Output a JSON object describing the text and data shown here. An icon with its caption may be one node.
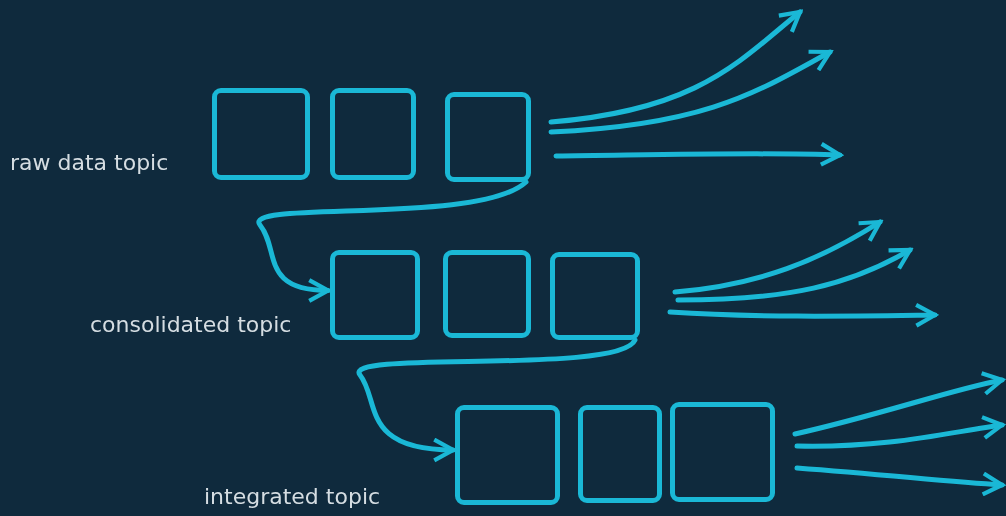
{
  "diagram": {
    "nodes": [
      {
        "text": [],
        "shape": "box",
        "beside": [
          "raw data topic"
        ]
      },
      {
        "text": [],
        "shape": "box"
      },
      {
        "text": [],
        "shape": "box"
      },
      {
        "text": [],
        "shape": "box",
        "beside": [
          "consolidated topic"
        ]
      },
      {
        "text": [],
        "shape": "box"
      },
      {
        "text": [],
        "shape": "box"
      },
      {
        "text": [],
        "shape": "box",
        "beside": [
          "integrated topic"
        ]
      },
      {
        "text": [],
        "shape": "box"
      },
      {
        "text": [],
        "shape": "box"
      }
    ],
    "edges": [
      {
        "from": 2,
        "to": null,
        "arrow": "to"
      },
      {
        "from": 2,
        "to": null,
        "arrow": "to"
      },
      {
        "from": 2,
        "to": null,
        "arrow": "to"
      },
      {
        "from": 2,
        "to": 3,
        "arrow": "to"
      },
      {
        "from": 5,
        "to": null,
        "arrow": "to"
      },
      {
        "from": 5,
        "to": null,
        "arrow": "to"
      },
      {
        "from": 5,
        "to": null,
        "arrow": "to"
      },
      {
        "from": 5,
        "to": 6,
        "arrow": "to"
      },
      {
        "from": 8,
        "to": null,
        "arrow": "to"
      },
      {
        "from": 8,
        "to": null,
        "arrow": "to"
      },
      {
        "from": 8,
        "to": null,
        "arrow": "to"
      }
    ]
  }
}
